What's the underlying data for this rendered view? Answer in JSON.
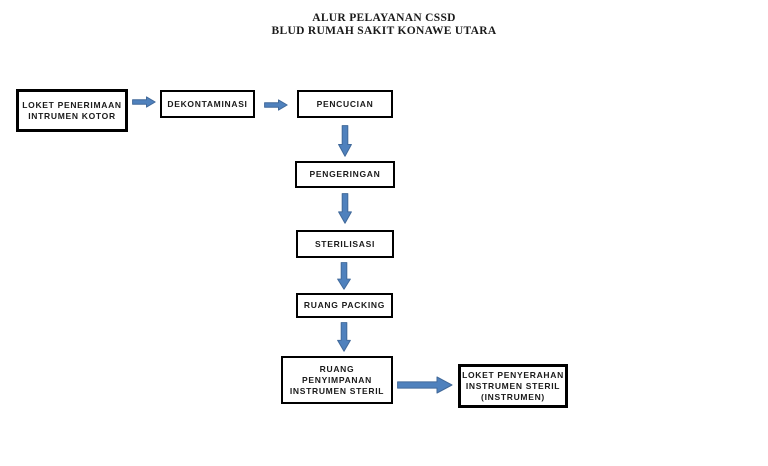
{
  "title": {
    "line1": "ALUR PELAYANAN CSSD",
    "line2": "BLUD RUMAH SAKIT KONAWE UTARA"
  },
  "nodes": [
    {
      "id": "loket-penerimaan",
      "lines": [
        "LOKET PENERIMAAN",
        "INTRUMEN KOTOR"
      ]
    },
    {
      "id": "dekontaminasi",
      "lines": [
        "DEKONTAMINASI"
      ]
    },
    {
      "id": "pencucian",
      "lines": [
        "PENCUCIAN"
      ]
    },
    {
      "id": "pengeringan",
      "lines": [
        "PENGERINGAN"
      ]
    },
    {
      "id": "sterilisasi",
      "lines": [
        "STERILISASI"
      ]
    },
    {
      "id": "ruang-packing",
      "lines": [
        "RUANG PACKING"
      ]
    },
    {
      "id": "ruang-penyimpanan",
      "lines": [
        "RUANG",
        "PENYIMPANAN",
        "INSTRUMEN STERIL"
      ]
    },
    {
      "id": "loket-penyerahan",
      "lines": [
        "LOKET PENYERAHAN",
        "INSTRUMEN STERIL",
        "(INSTRUMEN)"
      ]
    }
  ],
  "edges": [
    {
      "from": "loket-penerimaan",
      "to": "dekontaminasi",
      "direction": "right"
    },
    {
      "from": "dekontaminasi",
      "to": "pencucian",
      "direction": "right"
    },
    {
      "from": "pencucian",
      "to": "pengeringan",
      "direction": "down"
    },
    {
      "from": "pengeringan",
      "to": "sterilisasi",
      "direction": "down"
    },
    {
      "from": "sterilisasi",
      "to": "ruang-packing",
      "direction": "down"
    },
    {
      "from": "ruang-packing",
      "to": "ruang-penyimpanan",
      "direction": "down"
    },
    {
      "from": "ruang-penyimpanan",
      "to": "loket-penyerahan",
      "direction": "right"
    }
  ],
  "colors": {
    "arrow_fill": "#4F81BD",
    "arrow_stroke": "#41699A",
    "box_border": "#000000",
    "text": "#1A1A1A",
    "background": "#FFFFFF"
  }
}
